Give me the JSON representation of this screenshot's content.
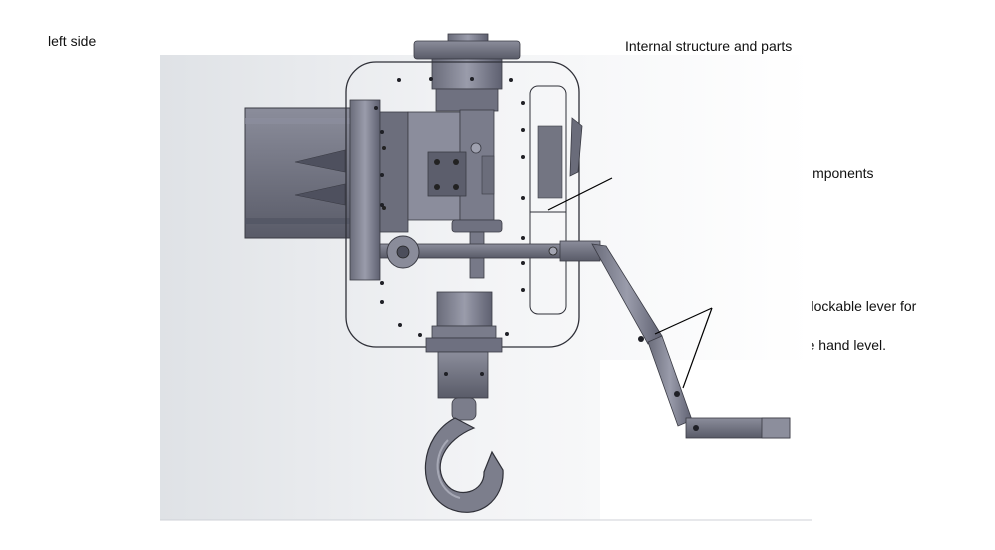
{
  "labels": {
    "view": "left side",
    "title": "Internal structure and parts",
    "sealed": "sealed off area for electronic components",
    "lever_line1": "Adjustable and lockable lever for",
    "lever_line2": "operation above hand level."
  },
  "colors": {
    "metal_dark": "#5b5d6b",
    "metal": "#7c7e8c",
    "metal_light": "#a3a5b2",
    "outline": "#3a3b44",
    "backdrop": "#e9ebee"
  }
}
